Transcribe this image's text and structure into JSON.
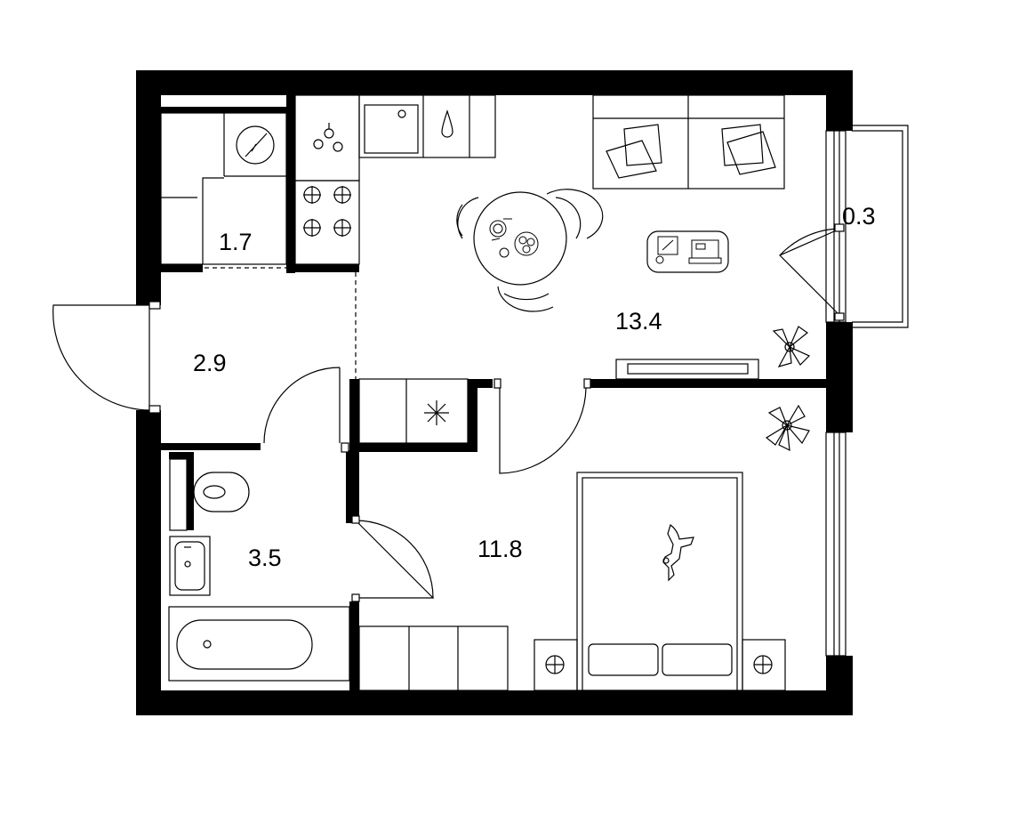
{
  "colors": {
    "wall": "#000000",
    "line": "#000000",
    "background": "#ffffff"
  },
  "rooms": [
    {
      "id": "storage",
      "area": "1.7"
    },
    {
      "id": "hallway",
      "area": "2.9"
    },
    {
      "id": "bathroom",
      "area": "3.5"
    },
    {
      "id": "bedroom",
      "area": "11.8"
    },
    {
      "id": "kitchen-living",
      "area": "13.4"
    },
    {
      "id": "balcony",
      "area": "0.3"
    }
  ],
  "icons": [
    "electric-panel-icon",
    "sink-icon",
    "water-drop-icon",
    "stove-icon",
    "fridge-snowflake-icon",
    "cat-icon",
    "plant-icon"
  ]
}
